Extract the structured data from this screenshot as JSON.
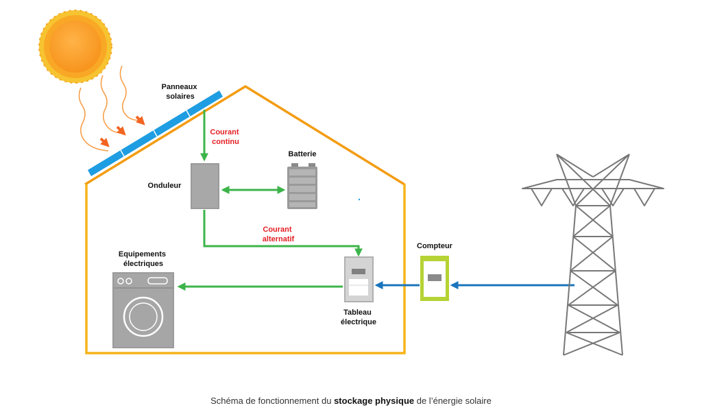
{
  "labels": {
    "panels_line1": "Panneaux",
    "panels_line2": "solaires",
    "current_dc_line1": "Courant",
    "current_dc_line2": "continu",
    "battery": "Batterie",
    "inverter": "Onduleur",
    "current_ac_line1": "Courant",
    "current_ac_line2": "alternatif",
    "equipment_line1": "Equipements",
    "equipment_line2": "électriques",
    "panel_board_line1": "Tableau",
    "panel_board_line2": "électrique",
    "meter": "Compteur"
  },
  "caption": {
    "before": "Schéma de fonctionnement du ",
    "bold": "stockage physique",
    "after": " de l’énergie solaire"
  },
  "colors": {
    "house_outline": "#f39c12",
    "solar_panel": "#1e9de2",
    "dc_ac_arrow": "#3cb44a",
    "grid_arrow": "#1b75bc",
    "meter": "#b5d334",
    "sun_core": "#f7941d",
    "sun_rays": "#f7c431",
    "heat_waves": "#f26522",
    "equipment_grey": "#9a9a9a",
    "pylon": "#777777",
    "label_red": "#e31e24"
  },
  "icons": [
    "sun-icon",
    "heat-waves-icon",
    "solar-panel-icon",
    "inverter-icon",
    "battery-icon",
    "washing-machine-icon",
    "electrical-panel-icon",
    "meter-icon",
    "power-pylon-icon"
  ]
}
